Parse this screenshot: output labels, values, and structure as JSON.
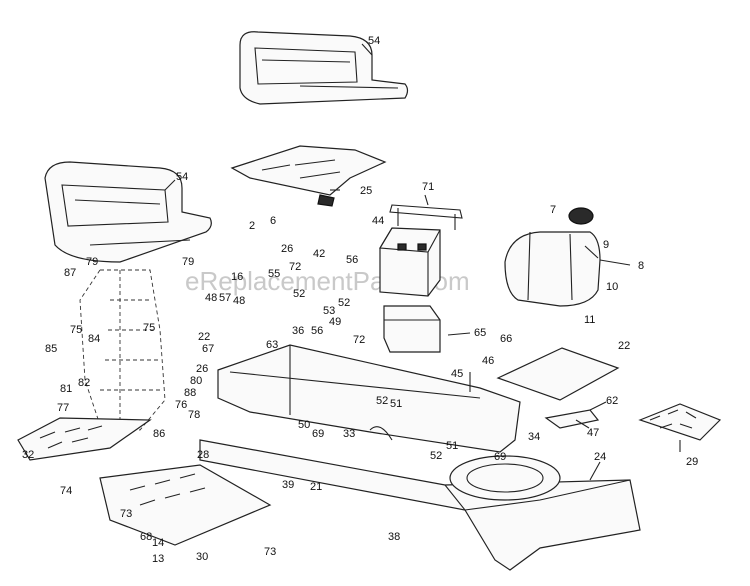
{
  "watermark": "eReplacementParts.com",
  "callouts": [
    {
      "id": "c54a",
      "label": "54"
    },
    {
      "id": "c54b",
      "label": "54"
    },
    {
      "id": "c25",
      "label": "25"
    },
    {
      "id": "c6",
      "label": "6"
    },
    {
      "id": "c71",
      "label": "71"
    },
    {
      "id": "c44",
      "label": "44"
    },
    {
      "id": "c7",
      "label": "7"
    },
    {
      "id": "c9",
      "label": "9"
    },
    {
      "id": "c8",
      "label": "8"
    },
    {
      "id": "c10",
      "label": "10"
    },
    {
      "id": "c11",
      "label": "11"
    },
    {
      "id": "c2",
      "label": "2"
    },
    {
      "id": "c26a",
      "label": "26"
    },
    {
      "id": "c42",
      "label": "42"
    },
    {
      "id": "c72a",
      "label": "72"
    },
    {
      "id": "c16",
      "label": "16"
    },
    {
      "id": "c55",
      "label": "55"
    },
    {
      "id": "c56a",
      "label": "56"
    },
    {
      "id": "c52a",
      "label": "52"
    },
    {
      "id": "c53",
      "label": "53"
    },
    {
      "id": "c52b",
      "label": "52"
    },
    {
      "id": "c48a",
      "label": "48"
    },
    {
      "id": "c57",
      "label": "57"
    },
    {
      "id": "c48b",
      "label": "48"
    },
    {
      "id": "c49",
      "label": "49"
    },
    {
      "id": "c72b",
      "label": "72"
    },
    {
      "id": "c36",
      "label": "36"
    },
    {
      "id": "c56b",
      "label": "56"
    },
    {
      "id": "c65",
      "label": "65"
    },
    {
      "id": "c22a",
      "label": "22"
    },
    {
      "id": "c66",
      "label": "66"
    },
    {
      "id": "c22b",
      "label": "22"
    },
    {
      "id": "c67",
      "label": "67"
    },
    {
      "id": "c63",
      "label": "63"
    },
    {
      "id": "c87",
      "label": "87"
    },
    {
      "id": "c79a",
      "label": "79"
    },
    {
      "id": "c79b",
      "label": "79"
    },
    {
      "id": "c75a",
      "label": "75"
    },
    {
      "id": "c75b",
      "label": "75"
    },
    {
      "id": "c84",
      "label": "84"
    },
    {
      "id": "c85",
      "label": "85"
    },
    {
      "id": "c26b",
      "label": "26"
    },
    {
      "id": "c80",
      "label": "80"
    },
    {
      "id": "c81",
      "label": "81"
    },
    {
      "id": "c82",
      "label": "82"
    },
    {
      "id": "c88",
      "label": "88"
    },
    {
      "id": "c77",
      "label": "77"
    },
    {
      "id": "c76",
      "label": "76"
    },
    {
      "id": "c78",
      "label": "78"
    },
    {
      "id": "c86",
      "label": "86"
    },
    {
      "id": "c46",
      "label": "46"
    },
    {
      "id": "c45",
      "label": "45"
    },
    {
      "id": "c52c",
      "label": "52"
    },
    {
      "id": "c51a",
      "label": "51"
    },
    {
      "id": "c62",
      "label": "62"
    },
    {
      "id": "c47",
      "label": "47"
    },
    {
      "id": "c50",
      "label": "50"
    },
    {
      "id": "c33",
      "label": "33"
    },
    {
      "id": "c69a",
      "label": "69"
    },
    {
      "id": "c34",
      "label": "34"
    },
    {
      "id": "c24",
      "label": "24"
    },
    {
      "id": "c29",
      "label": "29"
    },
    {
      "id": "c32",
      "label": "32"
    },
    {
      "id": "c28",
      "label": "28"
    },
    {
      "id": "c39",
      "label": "39"
    },
    {
      "id": "c21",
      "label": "21"
    },
    {
      "id": "c51b",
      "label": "51"
    },
    {
      "id": "c52d",
      "label": "52"
    },
    {
      "id": "c69b",
      "label": "69"
    },
    {
      "id": "c74",
      "label": "74"
    },
    {
      "id": "c73a",
      "label": "73"
    },
    {
      "id": "c68",
      "label": "68"
    },
    {
      "id": "c14",
      "label": "14"
    },
    {
      "id": "c13",
      "label": "13"
    },
    {
      "id": "c30",
      "label": "30"
    },
    {
      "id": "c73b",
      "label": "73"
    },
    {
      "id": "c38",
      "label": "38"
    }
  ]
}
